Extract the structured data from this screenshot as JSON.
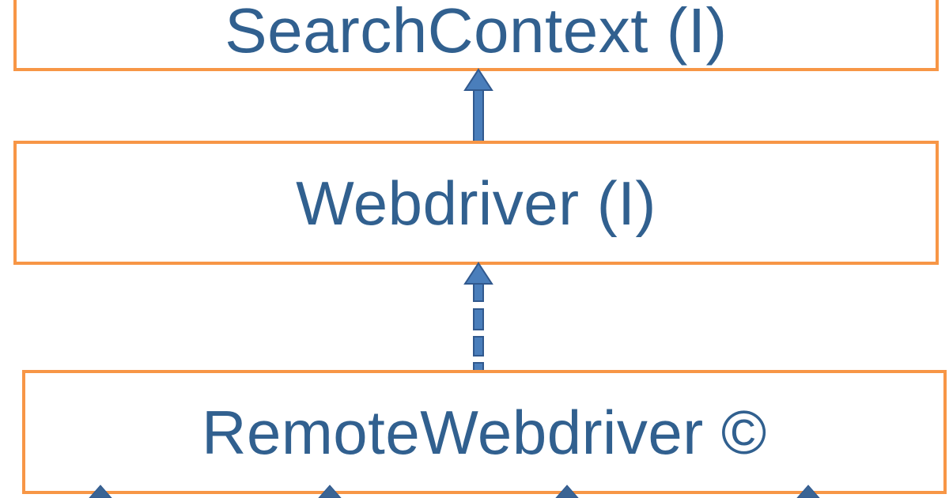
{
  "diagram": {
    "type": "uml-class-hierarchy",
    "title": "Selenium WebDriver class hierarchy",
    "colors": {
      "box_border": "#F79646",
      "box_fill": "#FFFFFF",
      "label_text": "#31608F",
      "arrow_fill": "#4A7EBB",
      "arrow_outline": "#31598E",
      "background": "#FFFFFF"
    },
    "nodes": [
      {
        "id": "searchcontext",
        "label": "SearchContext  (I)",
        "stereotype": "I",
        "kind": "interface",
        "clipped_top": true
      },
      {
        "id": "webdriver",
        "label": "Webdriver  (I)",
        "stereotype": "I",
        "kind": "interface",
        "clipped_top": false
      },
      {
        "id": "remotewebdriver",
        "label": "RemoteWebdriver  ©",
        "stereotype": "©",
        "kind": "class",
        "clipped_top": false
      }
    ],
    "edges": [
      {
        "id": "webdriver-extends-searchcontext",
        "from": "webdriver",
        "to": "searchcontext",
        "style": "solid",
        "arrow": "up-triangle",
        "relation": "extends"
      },
      {
        "id": "remotewebdriver-implements-webdriver",
        "from": "remotewebdriver",
        "to": "webdriver",
        "style": "dashed",
        "arrow": "up-triangle",
        "relation": "implements"
      }
    ],
    "subclass_stubs": [
      {
        "id": "stub-1",
        "label": ""
      },
      {
        "id": "stub-2",
        "label": ""
      },
      {
        "id": "stub-3",
        "label": ""
      },
      {
        "id": "stub-4",
        "label": ""
      }
    ]
  }
}
